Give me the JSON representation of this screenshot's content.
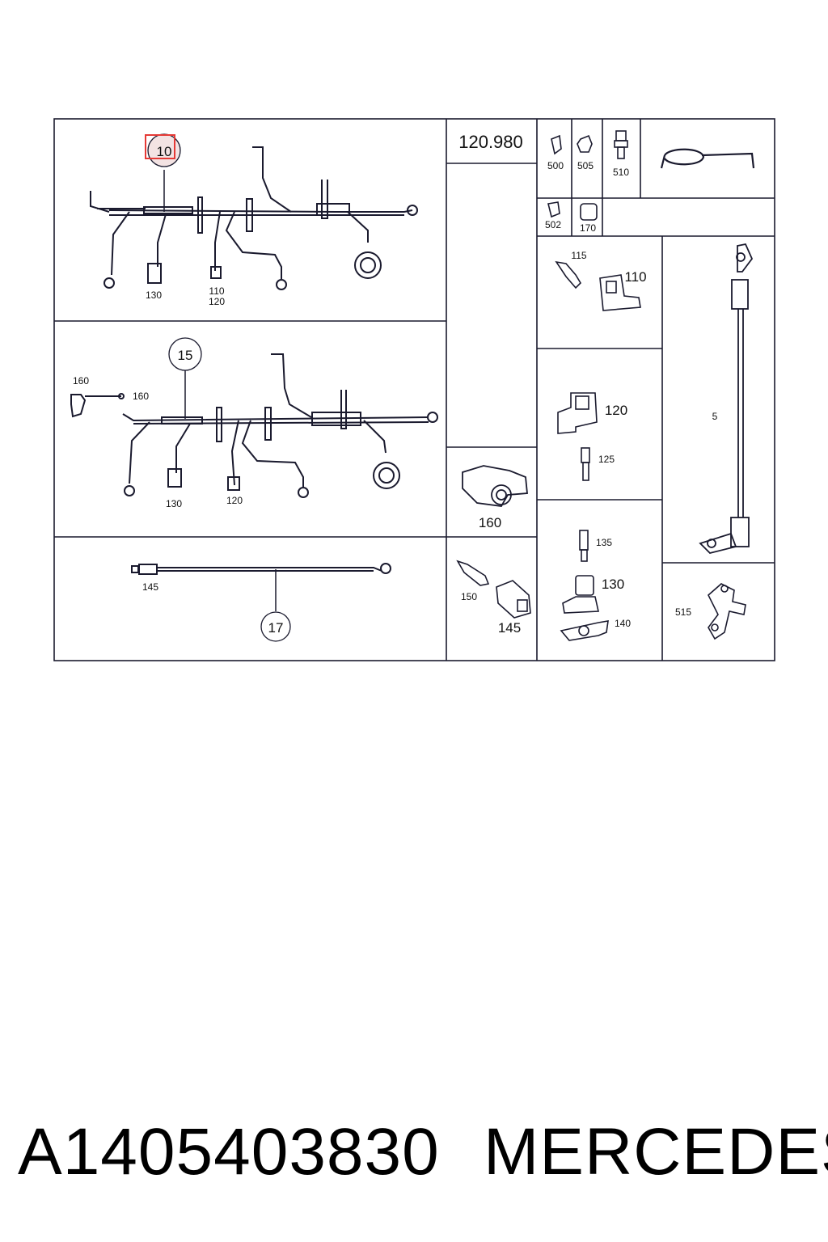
{
  "diagram": {
    "group_code": "120.980",
    "highlight_color": "#e53935",
    "line_color": "#1a1a2e",
    "callouts": {
      "c10": "10",
      "c15": "15",
      "c17": "17"
    },
    "labels": {
      "p1_130": "130",
      "p1_110": "110",
      "p1_120": "120",
      "p2_160a": "160",
      "p2_160b": "160",
      "p2_130": "130",
      "p2_120": "120",
      "p3_145": "145",
      "h500": "500",
      "h505": "505",
      "h510": "510",
      "h502": "502",
      "h170": "170",
      "c115": "115",
      "c110": "110",
      "c120": "120",
      "c125": "125",
      "c160": "160",
      "c150": "150",
      "c145": "145",
      "c135": "135",
      "c130": "130",
      "c140": "140",
      "c5": "5",
      "c515": "515"
    }
  },
  "footer": {
    "part_number": "A1405403830",
    "brand": "MERCEDES"
  }
}
